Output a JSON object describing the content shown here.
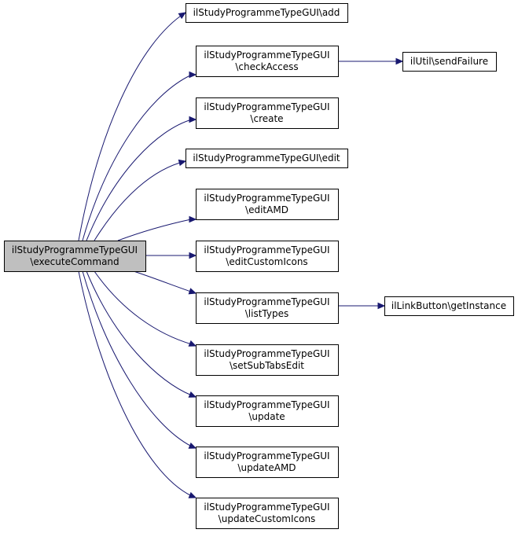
{
  "colors": {
    "node_fill": "#ffffff",
    "root_fill": "#bfbfbf",
    "border": "#000000",
    "edge": "#191970"
  },
  "nodes": {
    "root": {
      "lines": [
        "ilStudyProgrammeTypeGUI",
        "\\executeCommand"
      ]
    },
    "add": {
      "lines": [
        "ilStudyProgrammeTypeGUI\\add"
      ]
    },
    "check": {
      "lines": [
        "ilStudyProgrammeTypeGUI",
        "\\checkAccess"
      ]
    },
    "create": {
      "lines": [
        "ilStudyProgrammeTypeGUI",
        "\\create"
      ]
    },
    "edit": {
      "lines": [
        "ilStudyProgrammeTypeGUI\\edit"
      ]
    },
    "eamd": {
      "lines": [
        "ilStudyProgrammeTypeGUI",
        "\\editAMD"
      ]
    },
    "eci": {
      "lines": [
        "ilStudyProgrammeTypeGUI",
        "\\editCustomIcons"
      ]
    },
    "list": {
      "lines": [
        "ilStudyProgrammeTypeGUI",
        "\\listTypes"
      ]
    },
    "subt": {
      "lines": [
        "ilStudyProgrammeTypeGUI",
        "\\setSubTabsEdit"
      ]
    },
    "upd": {
      "lines": [
        "ilStudyProgrammeTypeGUI",
        "\\update"
      ]
    },
    "uamd": {
      "lines": [
        "ilStudyProgrammeTypeGUI",
        "\\updateAMD"
      ]
    },
    "uci": {
      "lines": [
        "ilStudyProgrammeTypeGUI",
        "\\updateCustomIcons"
      ]
    },
    "fail": {
      "lines": [
        "ilUtil\\sendFailure"
      ]
    },
    "link": {
      "lines": [
        "ilLinkButton\\getInstance"
      ]
    }
  },
  "edges": [
    {
      "from": "root",
      "to": "add"
    },
    {
      "from": "root",
      "to": "check"
    },
    {
      "from": "root",
      "to": "create"
    },
    {
      "from": "root",
      "to": "edit"
    },
    {
      "from": "root",
      "to": "eamd"
    },
    {
      "from": "root",
      "to": "eci"
    },
    {
      "from": "root",
      "to": "list"
    },
    {
      "from": "root",
      "to": "subt"
    },
    {
      "from": "root",
      "to": "upd"
    },
    {
      "from": "root",
      "to": "uamd"
    },
    {
      "from": "root",
      "to": "uci"
    },
    {
      "from": "check",
      "to": "fail"
    },
    {
      "from": "list",
      "to": "link"
    }
  ]
}
